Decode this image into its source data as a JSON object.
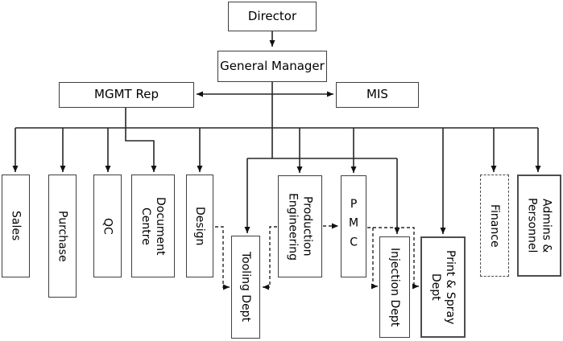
{
  "diagram": {
    "type": "organization-chart",
    "colors": {
      "background": "#ffffff",
      "line": "#262626",
      "box_border": "#3f3f3f",
      "text": "#000000"
    },
    "nodes": {
      "director": {
        "label": "Director"
      },
      "general_manager": {
        "label": "General Manager"
      },
      "mgmt_rep": {
        "label": "MGMT Rep"
      },
      "mis": {
        "label": "MIS"
      },
      "sales": {
        "label": "Sales"
      },
      "purchase": {
        "label": "Purchase"
      },
      "qc": {
        "label": "QC"
      },
      "document_centre": {
        "label": "Document\nCentre"
      },
      "design": {
        "label": "Design"
      },
      "tooling": {
        "label": "Tooling Dept"
      },
      "production_engineering": {
        "label": "Production\nEngineering"
      },
      "pmc": {
        "label": "PMC"
      },
      "injection": {
        "label": "Injection Dept"
      },
      "print_spray": {
        "label": "Print & Spray\nDept"
      },
      "finance": {
        "label": "Finance"
      },
      "admins": {
        "label": "Admins &\nPersonnel"
      }
    },
    "edges": [
      {
        "from": "Director",
        "to": "General Manager",
        "style": "solid-arrow"
      },
      {
        "from": "MGMT Rep",
        "to": "MIS",
        "style": "double-headed-arrow"
      },
      {
        "from": "MGMT Rep",
        "to": "Document Centre",
        "style": "solid-arrow"
      },
      {
        "from": "General Manager",
        "to": "Sales",
        "style": "solid-arrow"
      },
      {
        "from": "General Manager",
        "to": "Purchase",
        "style": "solid-arrow"
      },
      {
        "from": "General Manager",
        "to": "QC",
        "style": "solid-arrow"
      },
      {
        "from": "General Manager",
        "to": "Design",
        "style": "solid-arrow"
      },
      {
        "from": "General Manager",
        "to": "Tooling Dept",
        "style": "solid-arrow"
      },
      {
        "from": "General Manager",
        "to": "Production Engineering",
        "style": "solid-arrow"
      },
      {
        "from": "General Manager",
        "to": "PMC",
        "style": "solid-arrow"
      },
      {
        "from": "General Manager",
        "to": "Injection Dept",
        "style": "solid-arrow"
      },
      {
        "from": "General Manager",
        "to": "Print & Spray Dept",
        "style": "solid-arrow"
      },
      {
        "from": "General Manager",
        "to": "Finance",
        "style": "solid-arrow"
      },
      {
        "from": "General Manager",
        "to": "Admins & Personnel",
        "style": "solid-arrow"
      },
      {
        "from": "Design",
        "to": "Tooling Dept",
        "style": "dashed-arrow"
      },
      {
        "from": "Production Engineering",
        "to": "Tooling Dept",
        "style": "dashed-arrow"
      },
      {
        "from": "Production Engineering",
        "to": "PMC",
        "style": "dashed-arrow"
      },
      {
        "from": "PMC",
        "to": "Injection Dept",
        "style": "dashed-arrow"
      },
      {
        "from": "PMC",
        "to": "Print & Spray Dept",
        "style": "dashed-arrow"
      }
    ]
  }
}
